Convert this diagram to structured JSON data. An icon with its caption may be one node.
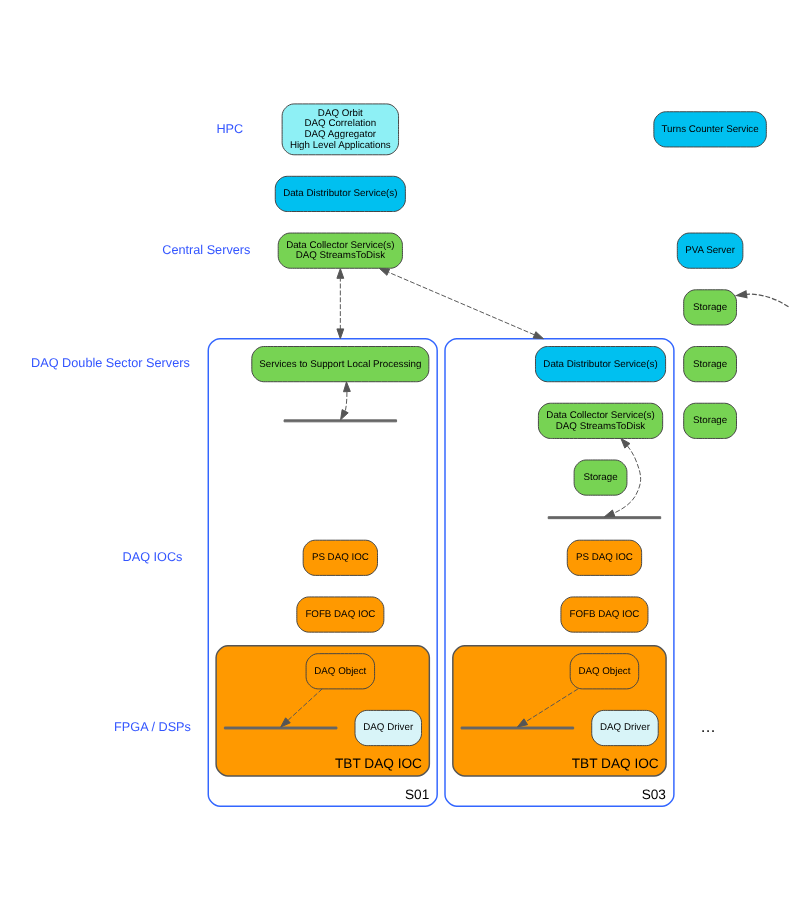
{
  "diagram": {
    "nodes": [
      {
        "text": [
          "DAQ Orbit",
          "DAQ Correlation",
          "DAQ Aggregator",
          "High Level Applications"
        ]
      },
      {
        "text": [
          "Data Distributor Service(s)"
        ]
      },
      {
        "text": [
          "Data Collector Service(s)",
          "DAQ StreamsToDisk"
        ]
      },
      {
        "text": [
          "Turns Counter Service"
        ]
      },
      {
        "text": [
          "PVA Server"
        ]
      },
      {
        "text": [
          "Storage"
        ]
      },
      {
        "text": [
          "Storage"
        ]
      },
      {
        "text": [
          "Storage"
        ]
      },
      {
        "text": [
          "S01"
        ]
      },
      {
        "text": [
          "Services to Support Local Processing"
        ],
        "in": 8
      },
      {
        "text": [],
        "shape": "bar",
        "in": 8
      },
      {
        "text": [
          "PS DAQ IOC"
        ],
        "in": 8
      },
      {
        "text": [
          "FOFB DAQ IOC"
        ],
        "in": 8
      },
      {
        "text": [
          "TBT DAQ IOC"
        ],
        "in": 8
      },
      {
        "text": [],
        "shape": "bar",
        "in": 13
      },
      {
        "text": [
          "DAQ Object"
        ],
        "in": 13
      },
      {
        "text": [
          "DAQ Driver"
        ],
        "in": 13
      },
      {
        "text": [
          "S03"
        ]
      },
      {
        "text": [
          "Data Distributor Service(s)"
        ],
        "in": 17
      },
      {
        "text": [
          "Data Collector Service(s)",
          "DAQ StreamsToDisk"
        ],
        "in": 17
      },
      {
        "text": [
          "Storage"
        ],
        "in": 17
      },
      {
        "text": [],
        "shape": "bar",
        "in": 17
      },
      {
        "text": [
          "PS DAQ IOC"
        ],
        "in": 17
      },
      {
        "text": [
          "FOFB DAQ IOC"
        ],
        "in": 17
      },
      {
        "text": [
          "TBT DAQ IOC"
        ],
        "in": 17
      },
      {
        "text": [],
        "shape": "bar",
        "in": 24
      },
      {
        "text": [
          "DAQ Object"
        ],
        "in": 24
      },
      {
        "text": [
          "DAQ Driver"
        ],
        "in": 24
      }
    ],
    "edges": [
      {
        "from": 8,
        "to": 2,
        "arrow": "both",
        "style": "dashed"
      },
      {
        "from": 17,
        "to": 2,
        "arrow": "both",
        "style": "dashed"
      },
      {
        "from": null,
        "to": 5,
        "arrow": "to",
        "style": "dashed"
      },
      {
        "from": 9,
        "to": 10,
        "arrow": "both",
        "style": "dashed"
      },
      {
        "from": 19,
        "to": 21,
        "arrow": "both",
        "style": "dashed"
      },
      {
        "from": 15,
        "to": 14,
        "arrow": "to",
        "style": "dashed"
      },
      {
        "from": 26,
        "to": 25,
        "arrow": "to",
        "style": "dashed"
      }
    ],
    "labels": [
      "HPC",
      "Central Servers",
      "DAQ Double Sector Servers",
      "DAQ IOCs",
      "FPGA / DSPs",
      "…"
    ]
  }
}
